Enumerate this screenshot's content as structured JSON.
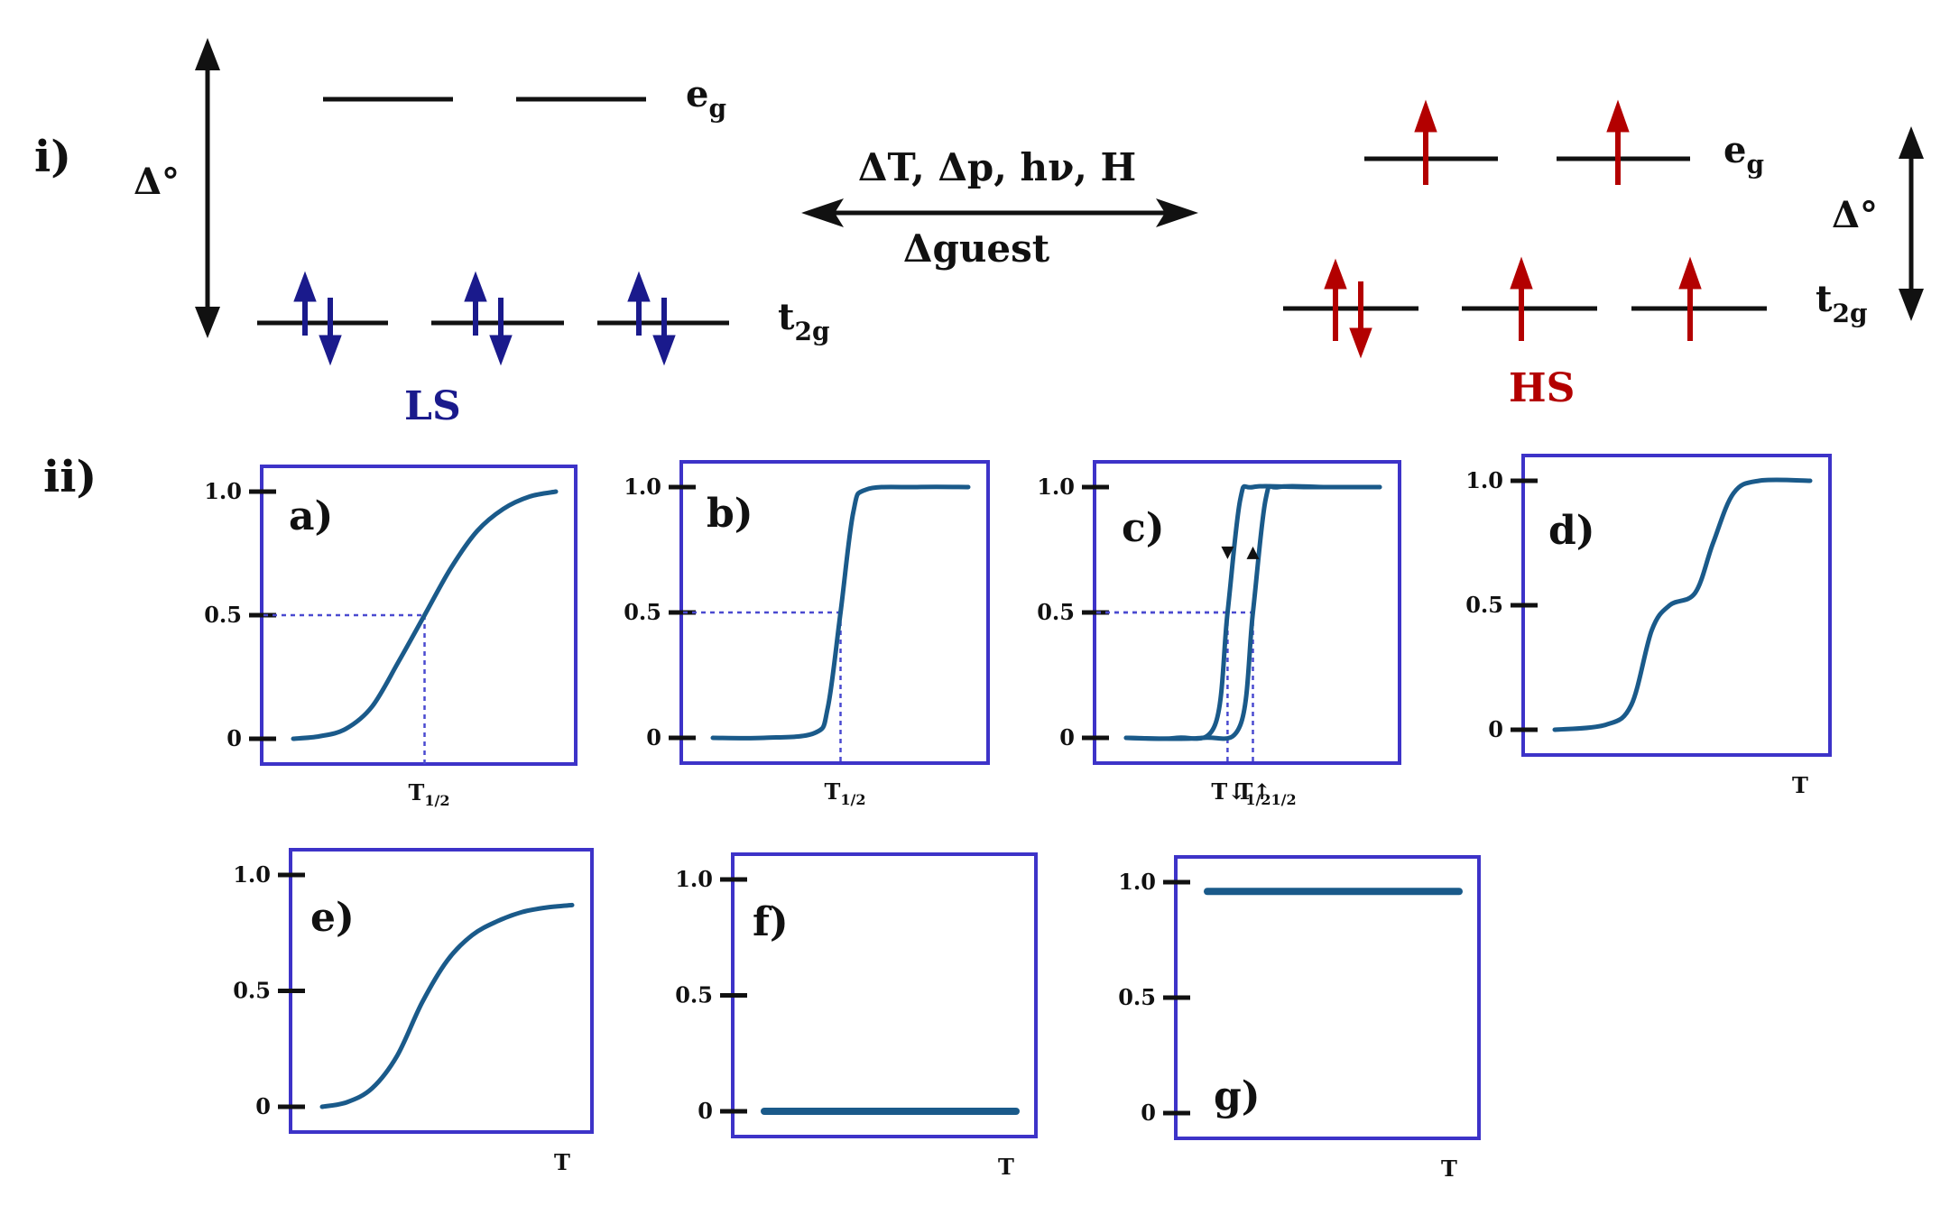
{
  "section_i_label": "i)",
  "section_ii_label": "ii)",
  "colors": {
    "ls": "#1a1a8c",
    "hs": "#b30000",
    "frame": "#3d33c8",
    "curve": "#1a5a8a",
    "guide": "#4a4ad0",
    "ink": "#111111"
  },
  "ls_diagram": {
    "delta_label": "Δ°",
    "eg_label": "e",
    "eg_sub": "g",
    "t2g_label": "t",
    "t2g_sub": "2g",
    "state_label": "LS"
  },
  "hs_diagram": {
    "delta_label": "Δ°",
    "eg_label": "e",
    "eg_sub": "g",
    "t2g_label": "t",
    "t2g_sub": "2g",
    "state_label": "HS"
  },
  "stimulus": {
    "top": "ΔT, Δp, hν, H",
    "bottom": "Δguest"
  },
  "panels": [
    {
      "label": "a)",
      "y_ticks": [
        "1.0",
        "0.5",
        "0"
      ],
      "x_labels": [
        "T",
        "1/2"
      ]
    },
    {
      "label": "b)",
      "y_ticks": [
        "1.0",
        "0.5",
        "0"
      ],
      "x_labels": [
        "T",
        "1/2"
      ]
    },
    {
      "label": "c)",
      "y_ticks": [
        "1.0",
        "0.5",
        "0"
      ],
      "x_labels": [
        "T↓",
        "1/2",
        "T↑",
        "1/2"
      ]
    },
    {
      "label": "d)",
      "y_ticks": [
        "1.0",
        "0.5",
        "0"
      ],
      "x_labels": [
        "T"
      ]
    },
    {
      "label": "e)",
      "y_ticks": [
        "1.0",
        "0.5",
        "0"
      ],
      "x_labels": [
        "T"
      ]
    },
    {
      "label": "f)",
      "y_ticks": [
        "1.0",
        "0.5",
        "0"
      ],
      "x_labels": [
        "T"
      ]
    },
    {
      "label": "g)",
      "y_ticks": [
        "1.0",
        "0.5",
        "0"
      ],
      "x_labels": [
        "T"
      ]
    }
  ],
  "chart_data": [
    {
      "panel": "a)",
      "type": "line",
      "shape": "gradual sigmoid",
      "y_ticks": [
        0,
        0.5,
        1.0
      ],
      "x": [
        0,
        0.1,
        0.2,
        0.3,
        0.4,
        0.5,
        0.6,
        0.7,
        0.8,
        0.9,
        1.0
      ],
      "y": [
        0.0,
        0.01,
        0.04,
        0.13,
        0.31,
        0.5,
        0.69,
        0.84,
        0.93,
        0.98,
        1.0
      ]
    },
    {
      "panel": "b)",
      "type": "line",
      "shape": "abrupt",
      "y_ticks": [
        0,
        0.5,
        1.0
      ],
      "x": [
        0,
        0.2,
        0.4,
        0.45,
        0.5,
        0.55,
        0.6,
        0.8,
        1.0
      ],
      "y": [
        0.0,
        0.0,
        0.02,
        0.12,
        0.5,
        0.9,
        0.99,
        1.0,
        1.0
      ]
    },
    {
      "panel": "c)",
      "type": "line",
      "shape": "hysteresis loop",
      "y_ticks": [
        0,
        0.5,
        1.0
      ],
      "series": [
        {
          "x": [
            0,
            0.2,
            0.35,
            0.4,
            0.45,
            0.5,
            0.7,
            1.0
          ],
          "y": [
            0.0,
            0.0,
            0.05,
            0.5,
            0.95,
            1.0,
            1.0,
            1.0
          ]
        },
        {
          "x": [
            0,
            0.3,
            0.45,
            0.5,
            0.55,
            0.6,
            0.8,
            1.0
          ],
          "y": [
            0.0,
            0.0,
            0.05,
            0.5,
            0.95,
            1.0,
            1.0,
            1.0
          ]
        }
      ]
    },
    {
      "panel": "d)",
      "type": "line",
      "shape": "two-step",
      "y_ticks": [
        0,
        0.5,
        1.0
      ],
      "x": [
        0,
        0.2,
        0.3,
        0.38,
        0.45,
        0.55,
        0.62,
        0.7,
        0.8,
        1.0
      ],
      "y": [
        0.0,
        0.02,
        0.1,
        0.4,
        0.5,
        0.55,
        0.75,
        0.95,
        1.0,
        1.0
      ]
    },
    {
      "panel": "e)",
      "type": "line",
      "shape": "incomplete",
      "y_ticks": [
        0,
        0.5,
        1.0
      ],
      "x": [
        0,
        0.1,
        0.2,
        0.3,
        0.4,
        0.5,
        0.6,
        0.7,
        0.8,
        0.9,
        1.0
      ],
      "y": [
        0.0,
        0.02,
        0.08,
        0.22,
        0.45,
        0.63,
        0.74,
        0.8,
        0.84,
        0.86,
        0.87
      ]
    },
    {
      "panel": "f)",
      "type": "line",
      "shape": "constant LS",
      "y_ticks": [
        0,
        0.5,
        1.0
      ],
      "x": [
        0,
        1
      ],
      "y": [
        0.0,
        0.0
      ]
    },
    {
      "panel": "g)",
      "type": "line",
      "shape": "constant HS",
      "y_ticks": [
        0,
        0.5,
        1.0
      ],
      "x": [
        0,
        1
      ],
      "y": [
        0.96,
        0.96
      ]
    }
  ]
}
